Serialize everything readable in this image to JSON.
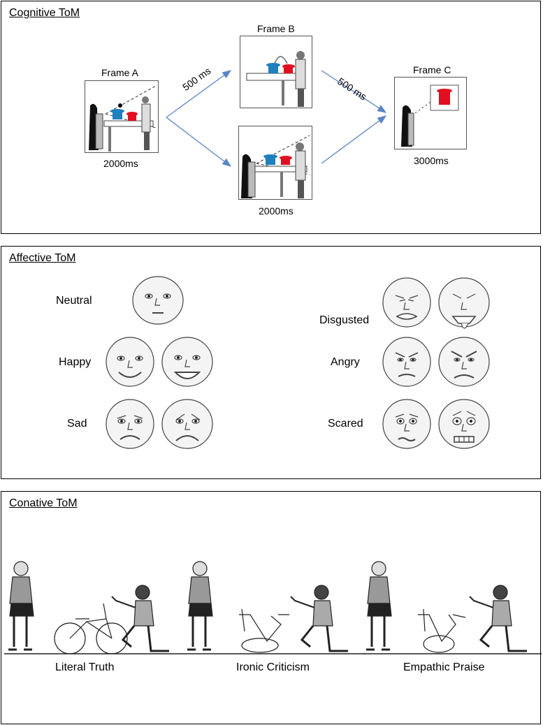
{
  "cognitive": {
    "title": "Cognitive ToM",
    "frame_a": {
      "label": "Frame A",
      "duration": "2000ms"
    },
    "frame_b": {
      "label": "Frame B"
    },
    "frame_b_lower_duration": "2000ms",
    "frame_c": {
      "label": "Frame C",
      "duration": "3000ms"
    },
    "arrow_1": "500 ms",
    "arrow_2": "500 ms",
    "colors": {
      "blue_hat": "#1f7fbf",
      "red_hat": "#e01020",
      "arrow": "#5b84c4"
    }
  },
  "affective": {
    "title": "Affective ToM",
    "emotions": [
      "Neutral",
      "Happy",
      "Sad",
      "Disgusted",
      "Angry",
      "Scared"
    ]
  },
  "conative": {
    "title": "Conative ToM",
    "conditions": [
      "Literal Truth",
      "Ironic Criticism",
      "Empathic Praise"
    ]
  }
}
